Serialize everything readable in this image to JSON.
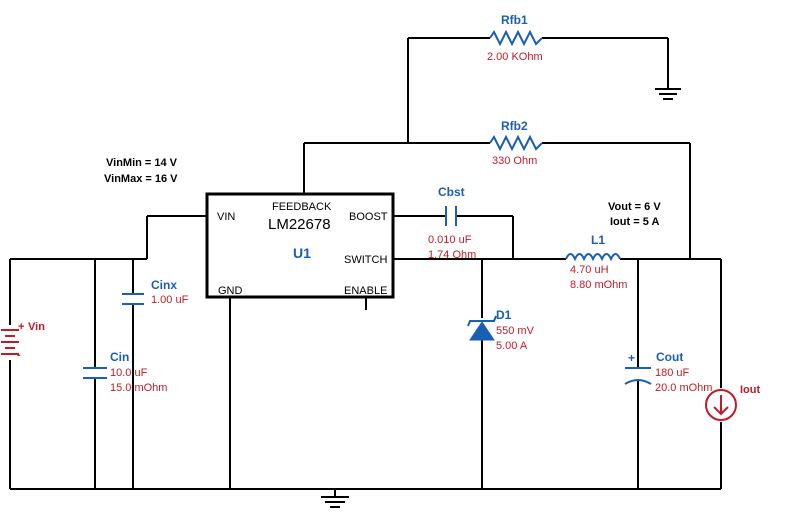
{
  "title_notes": {
    "vin_min": "VinMin = 14 V",
    "vin_max": "VinMax = 16 V",
    "vout": "Vout = 6 V",
    "iout": "Iout = 5 A"
  },
  "ic": {
    "part": "LM22678",
    "ref": "U1",
    "pins": {
      "vin": "VIN",
      "feedback": "FEEDBACK",
      "boost": "BOOST",
      "switch": "SWITCH",
      "gnd": "GND",
      "enable": "ENABLE"
    }
  },
  "components": {
    "rfb1": {
      "ref": "Rfb1",
      "value": "2.00 KOhm"
    },
    "rfb2": {
      "ref": "Rfb2",
      "value": "330 Ohm"
    },
    "cbst": {
      "ref": "Cbst",
      "value": "0.010 uF",
      "esr": "1.74 Ohm"
    },
    "l1": {
      "ref": "L1",
      "value": "4.70 uH",
      "dcr": "8.80 mOhm"
    },
    "d1": {
      "ref": "D1",
      "vf": "550 mV",
      "current": "5.00 A"
    },
    "cinx": {
      "ref": "Cinx",
      "value": "1.00 uF"
    },
    "cin": {
      "ref": "Cin",
      "value": "10.0 uF",
      "esr": "15.0 mOhm"
    },
    "cout": {
      "ref": "Cout",
      "value": "180 uF",
      "esr": "20.0 mOhm"
    },
    "vin_src": {
      "ref": "Vin"
    },
    "iout_load": {
      "ref": "Iout"
    }
  },
  "colors": {
    "ref_label": "#1a5fb4",
    "value_label": "#c01c28",
    "wire": "#000000",
    "source": "#c01c28"
  }
}
